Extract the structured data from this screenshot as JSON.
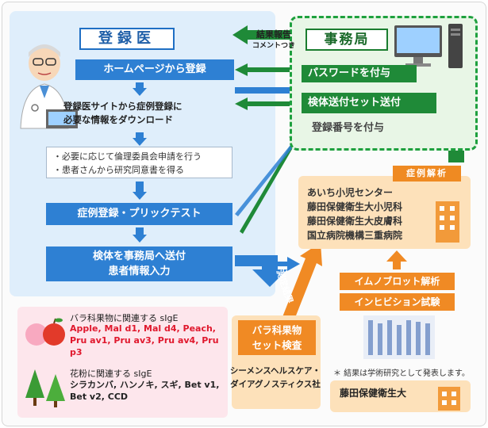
{
  "registered_doctor": {
    "title": "登録医",
    "step1": "ホームページから登録",
    "step2_lines": [
      "登録医サイトから症例登録に",
      "必要な情報をダウンロード"
    ],
    "step3_lines": [
      "・必要に応じて倫理委員会申請を行う",
      "・患者さんから研究同意書を得る"
    ],
    "step4": "症例登録・プリックテスト",
    "step5_lines": [
      "検体を事務局へ送付",
      "患者情報入力"
    ]
  },
  "office": {
    "title": "事務局",
    "result_report": "結果報告",
    "result_note": "コメントつき",
    "password": "パスワードを付与",
    "kit": "検体送付セット送付",
    "registration_no": "登録番号を付与"
  },
  "case_analysis": {
    "tag": "症例解析",
    "institutions": [
      "あいち小児センター",
      "藤田保健衛生大小児科",
      "藤田保健衛生大皮膚科",
      "国立病院機構三重病院"
    ]
  },
  "assays": [
    "イムノブロット解析",
    "インヒビション試験"
  ],
  "measure_result": "測定結果",
  "allergens": {
    "berry_title": "バラ科果物に関連する sIgE",
    "berry_list": "Apple, Mal d1, Mal d4, Peach, Pru av1, Pru av3, Pru av4, Pru p3",
    "pollen_title": "花粉に関連する sIgE",
    "pollen_list": "シラカンバ, ハンノキ, スギ, Bet v1, Bet v2, CCD"
  },
  "fruit_test": {
    "title_lines": [
      "バラ科果物",
      "セット検査"
    ],
    "company_lines": [
      "シーメンスヘルスケア・",
      "ダイアグノスティクス社"
    ]
  },
  "note": "＊ 結果は学術研究として発表します。",
  "fujita": "藤田保健衛生大",
  "colors": {
    "blue": "#2e80d3",
    "green": "#1f8a38",
    "orange": "#f08a24",
    "red": "#e0182d"
  }
}
